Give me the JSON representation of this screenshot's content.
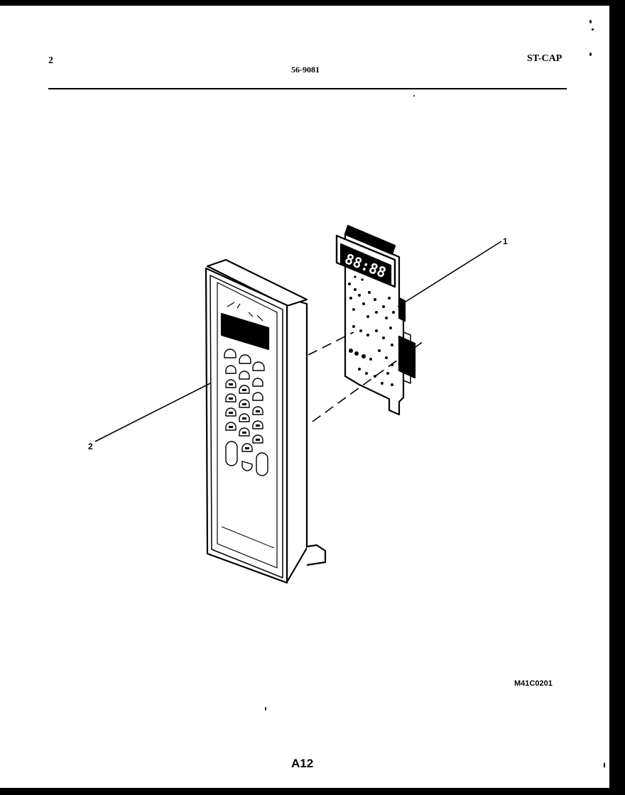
{
  "header": {
    "section_number": "2",
    "model_number": "56-9081",
    "model_code": "ST-CAP"
  },
  "callouts": [
    {
      "number": "1",
      "part": "control-board"
    },
    {
      "number": "2",
      "part": "control-panel"
    }
  ],
  "figure_code": "M41C0201",
  "page_number": "A12",
  "display_digits": "88:88"
}
